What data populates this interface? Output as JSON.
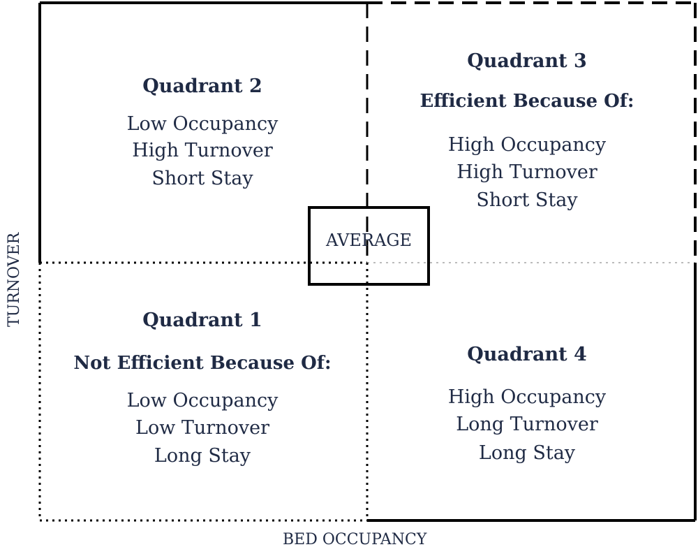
{
  "axes": {
    "x_label": "BED OCCUPANCY",
    "y_label": "TURNOVER"
  },
  "center": {
    "label": "AVERAGE"
  },
  "quadrants": {
    "q1": {
      "title": "Quadrant 1",
      "subtitle": "Not Efficient Because Of:",
      "lines": [
        "Low Occupancy",
        "Low Turnover",
        "Long Stay"
      ]
    },
    "q2": {
      "title": "Quadrant 2",
      "lines": [
        "Low Occupancy",
        "High Turnover",
        "Short Stay"
      ]
    },
    "q3": {
      "title": "Quadrant 3",
      "subtitle": "Efficient Because Of:",
      "lines": [
        "High Occupancy",
        "High Turnover",
        "Short Stay"
      ]
    },
    "q4": {
      "title": "Quadrant 4",
      "lines": [
        "High Occupancy",
        "Long Turnover",
        "Long Stay"
      ]
    }
  }
}
